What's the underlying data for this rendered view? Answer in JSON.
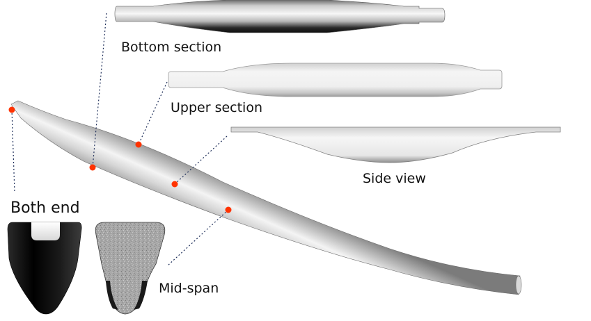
{
  "labels": {
    "bottom_section": "Bottom section",
    "upper_section": "Upper section",
    "side_view": "Side view",
    "both_end": "Both end",
    "mid_span": "Mid-span"
  },
  "colors": {
    "marker": "#ff3300",
    "leader": "#1f2f5a",
    "text": "#111111"
  }
}
